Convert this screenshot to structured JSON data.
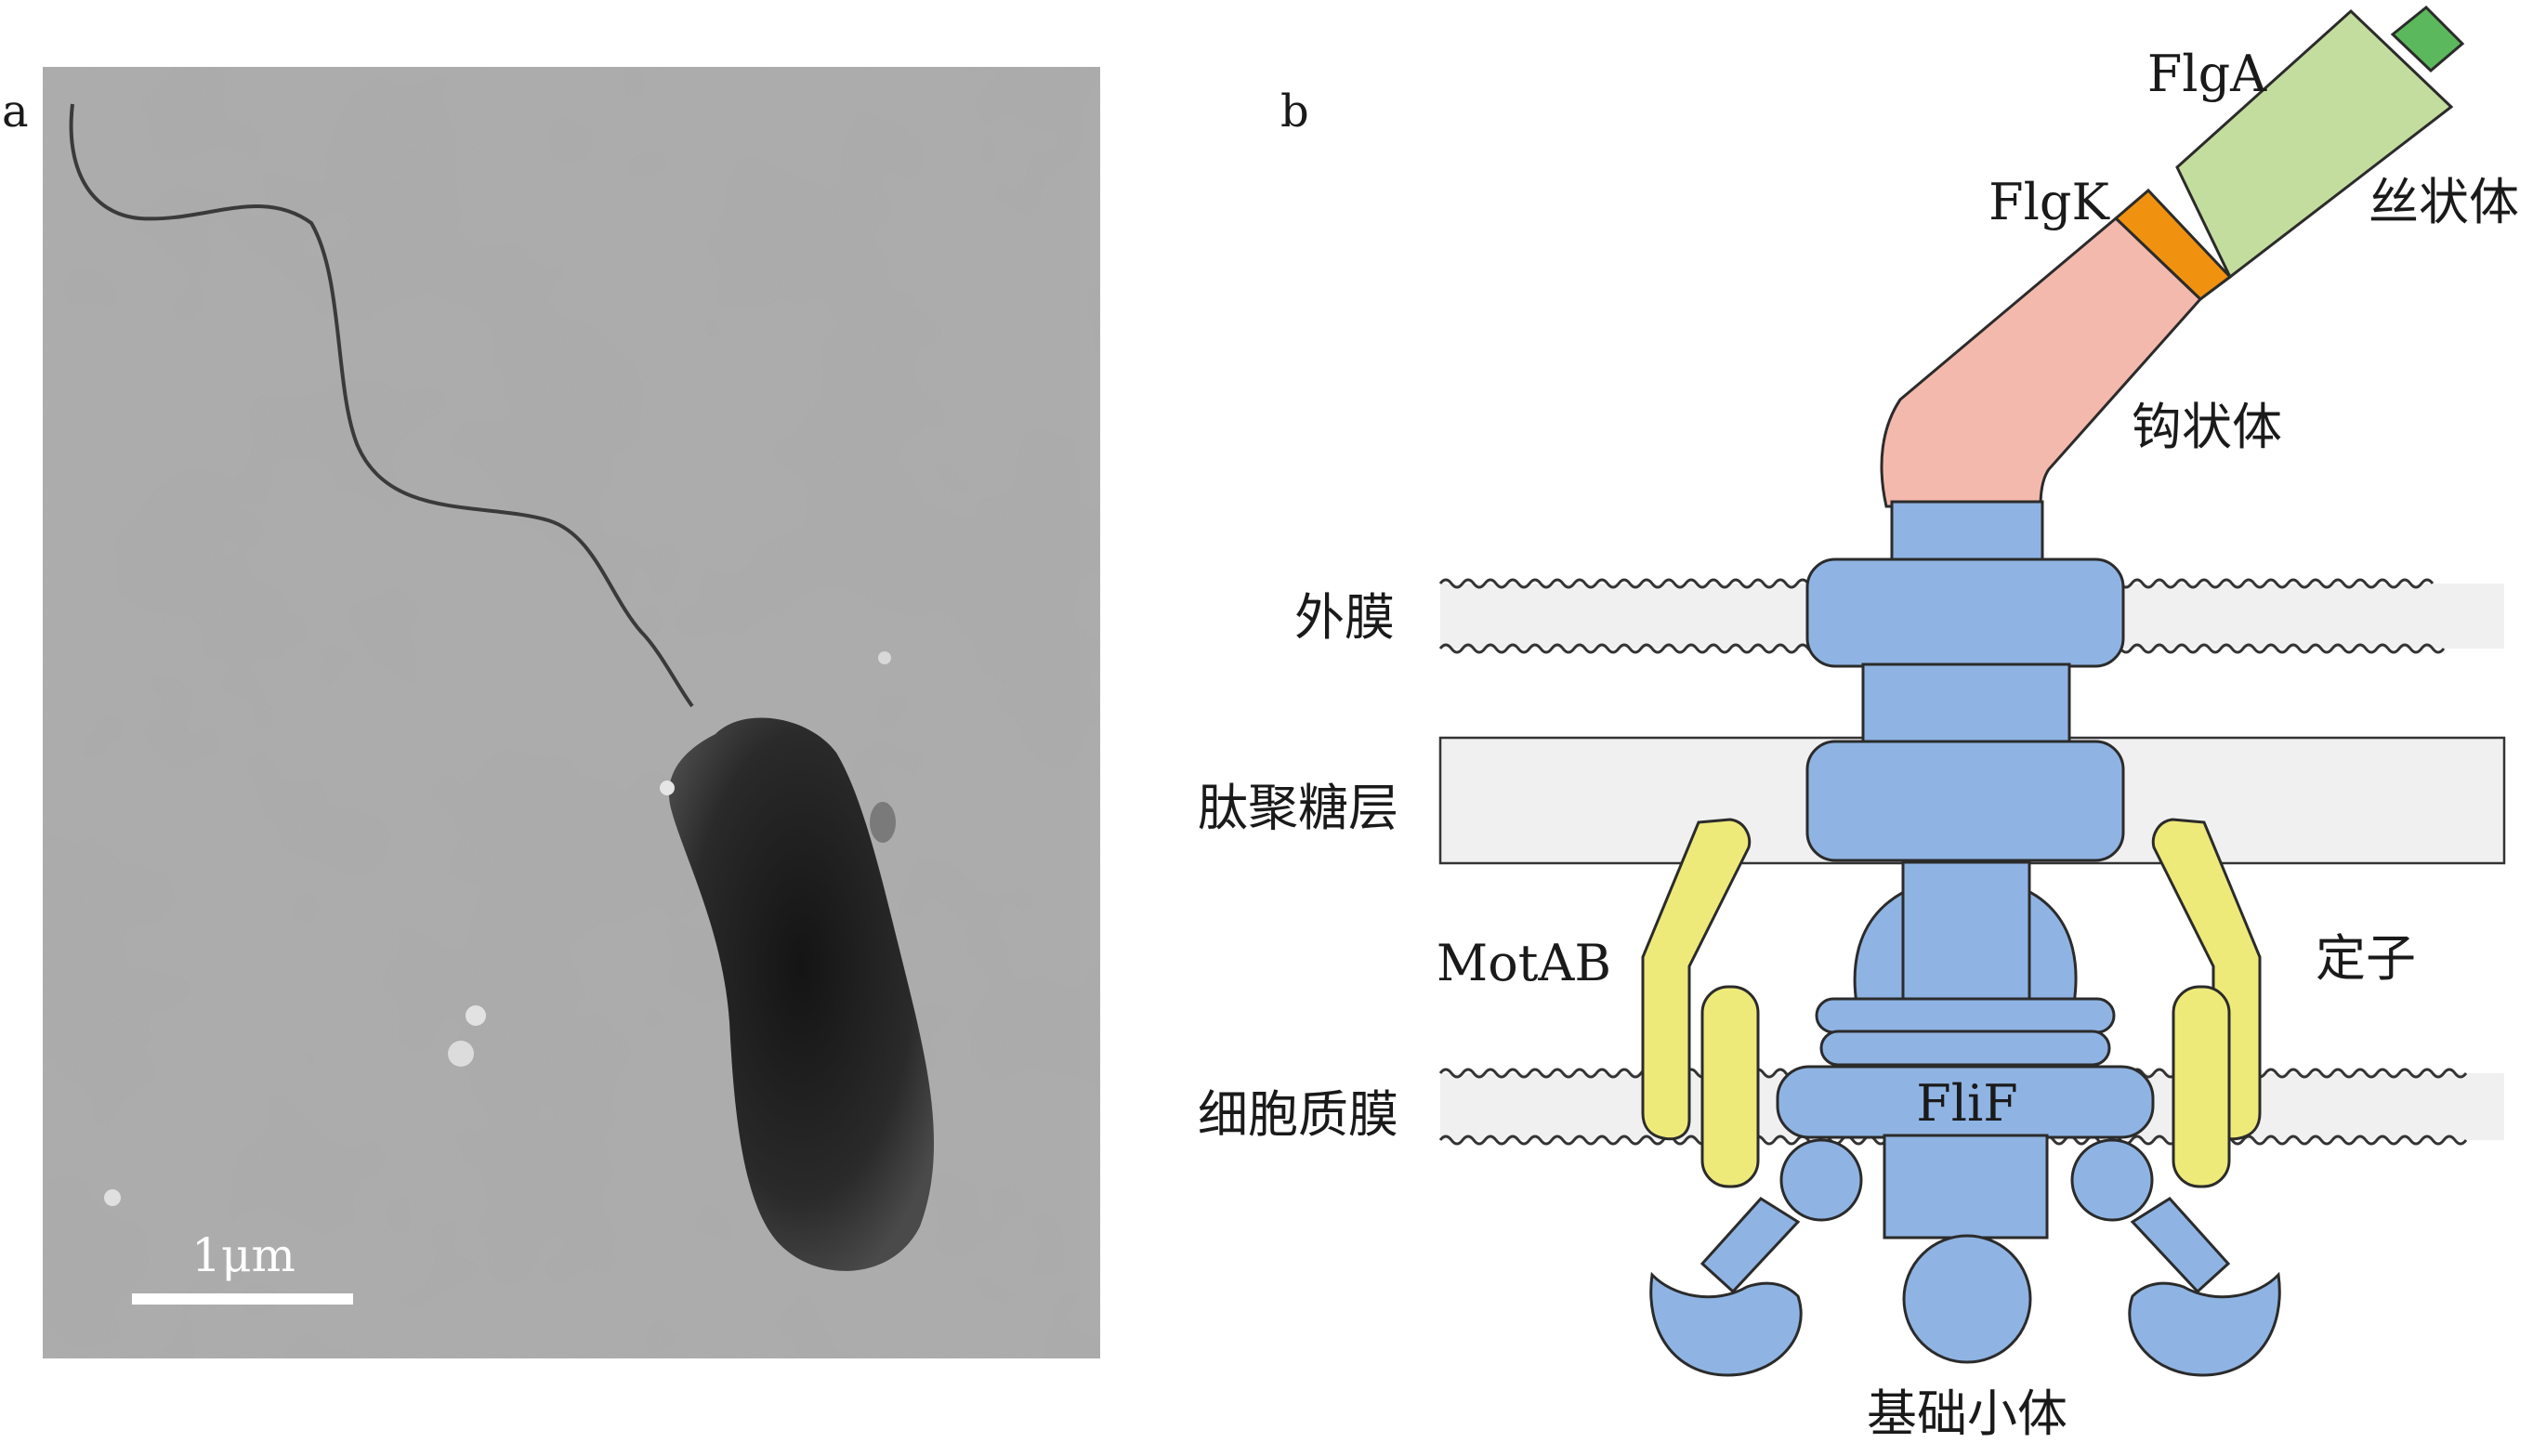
{
  "panel_a": {
    "label": "a",
    "scale_bar_text": "1μm"
  },
  "panel_b": {
    "label": "b",
    "labels": {
      "flga": "FlgA",
      "flgk": "FlgK",
      "filament": "丝状体",
      "hook": "钩状体",
      "outer_membrane": "外膜",
      "peptidoglycan": "肽聚糖层",
      "motab": "MotAB",
      "stator": "定子",
      "cytoplasmic_membrane": "细胞质膜",
      "flif": "FliF",
      "basal_body": "基础小体"
    },
    "colors": {
      "blue": "#8fb4e3",
      "yellow": "#eeea7a",
      "pink": "#f4b9ad",
      "green": "#c3dd9e",
      "dark_green": "#5cb85c",
      "orange": "#f0920f",
      "membrane_band": "#f0f0f0",
      "outline": "#2b2b2b"
    }
  }
}
